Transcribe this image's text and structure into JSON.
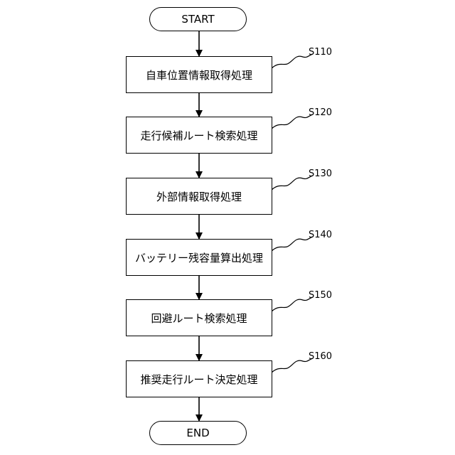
{
  "start_label": "START",
  "end_label": "END",
  "steps": [
    {
      "id": "S110",
      "text": "自車位置情報取得処理"
    },
    {
      "id": "S120",
      "text": "走行候補ルート検索処理"
    },
    {
      "id": "S130",
      "text": "外部情報取得処理"
    },
    {
      "id": "S140",
      "text": "バッテリー残容量算出処理"
    },
    {
      "id": "S150",
      "text": "回避ルート検索処理"
    },
    {
      "id": "S160",
      "text": "推奨走行ルート決定処理"
    }
  ]
}
